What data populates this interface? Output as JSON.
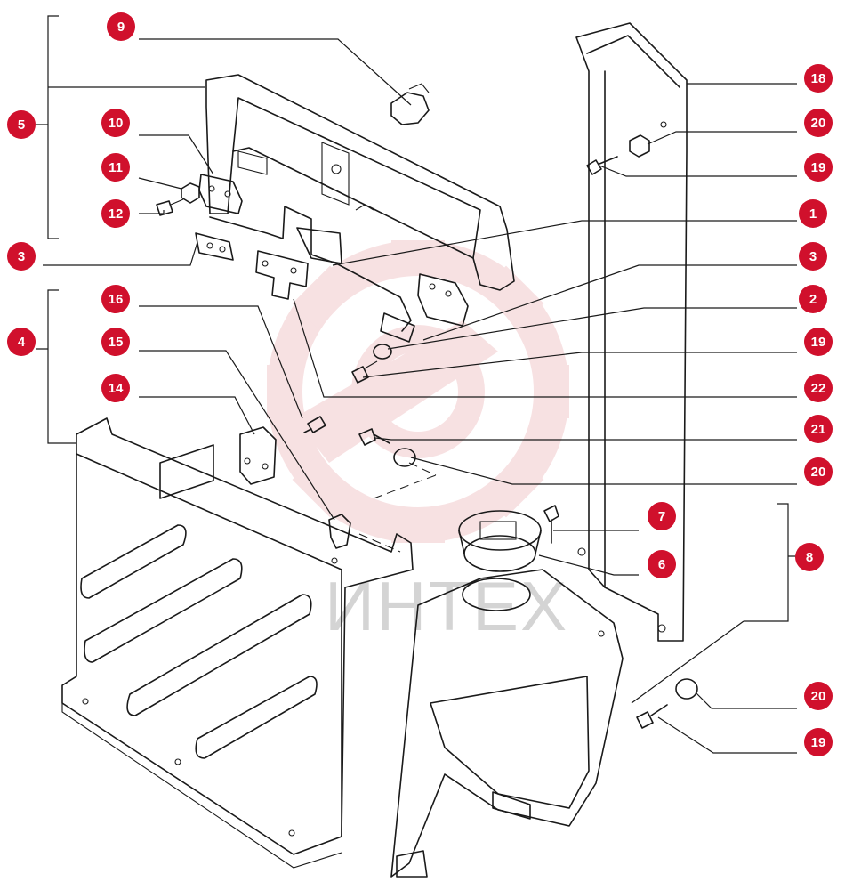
{
  "watermark": {
    "text": "ИНТЕХ",
    "logo_color": "#f2c9cc"
  },
  "colors": {
    "callout": "#d0102c",
    "line": "#1a1a1a"
  },
  "callouts": [
    {
      "id": "c9",
      "label": "9"
    },
    {
      "id": "c5",
      "label": "5"
    },
    {
      "id": "c10",
      "label": "10"
    },
    {
      "id": "c11",
      "label": "11"
    },
    {
      "id": "c12",
      "label": "12"
    },
    {
      "id": "c3a",
      "label": "3"
    },
    {
      "id": "c4",
      "label": "4"
    },
    {
      "id": "c16",
      "label": "16"
    },
    {
      "id": "c15",
      "label": "15"
    },
    {
      "id": "c14",
      "label": "14"
    },
    {
      "id": "c18",
      "label": "18"
    },
    {
      "id": "c20a",
      "label": "20"
    },
    {
      "id": "c19a",
      "label": "19"
    },
    {
      "id": "c1",
      "label": "1"
    },
    {
      "id": "c3b",
      "label": "3"
    },
    {
      "id": "c2",
      "label": "2"
    },
    {
      "id": "c19b",
      "label": "19"
    },
    {
      "id": "c22",
      "label": "22"
    },
    {
      "id": "c21",
      "label": "21"
    },
    {
      "id": "c20b",
      "label": "20"
    },
    {
      "id": "c7",
      "label": "7"
    },
    {
      "id": "c6",
      "label": "6"
    },
    {
      "id": "c8",
      "label": "8"
    },
    {
      "id": "c20c",
      "label": "20"
    },
    {
      "id": "c19c",
      "label": "19"
    }
  ]
}
